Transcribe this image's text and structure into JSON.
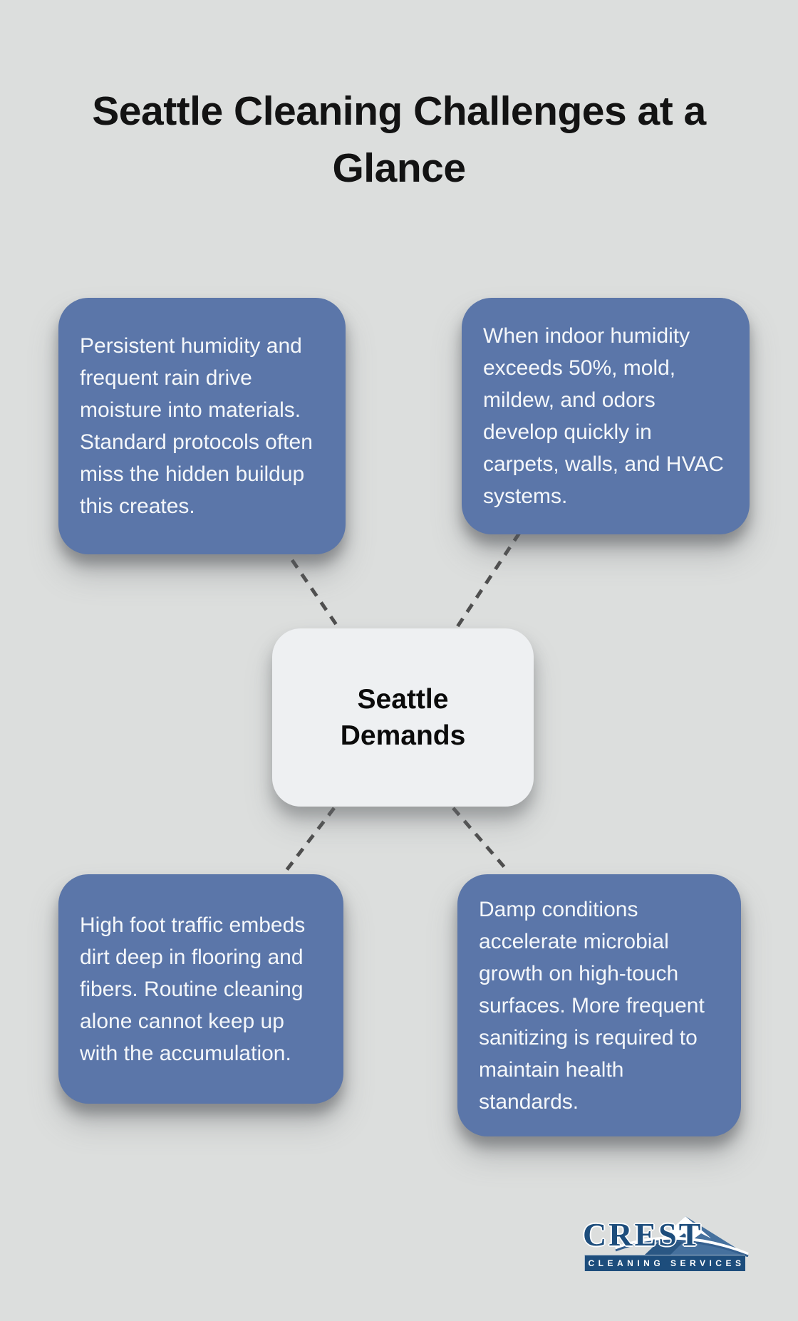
{
  "title": "Seattle Cleaning Challenges at a Glance",
  "center_node": {
    "label": "Seattle Demands"
  },
  "nodes": [
    {
      "position": "top-left",
      "text": "Persistent humidity and frequent rain drive moisture into materials. Standard protocols often miss the hidden buildup this creates."
    },
    {
      "position": "top-right",
      "text": "When indoor humidity exceeds 50%, mold, mildew, and odors develop quickly in carpets, walls, and HVAC systems."
    },
    {
      "position": "bottom-left",
      "text": "High foot traffic embeds dirt deep in flooring and fibers. Routine cleaning alone cannot keep up with the accumulation."
    },
    {
      "position": "bottom-right",
      "text": "Damp conditions accelerate microbial growth on high-touch surfaces. More frequent sanitizing is required to maintain health standards."
    }
  ],
  "logo": {
    "brand": "CREST",
    "tagline": "CLEANING SERVICES"
  },
  "colors": {
    "background": "#dcdedd",
    "node_fill": "#5b76a9",
    "node_text": "#f4f7fa",
    "center_fill": "#eef0f2",
    "title_text": "#131313",
    "connector": "#4f4f4f",
    "logo_navy": "#1d4d7c"
  }
}
